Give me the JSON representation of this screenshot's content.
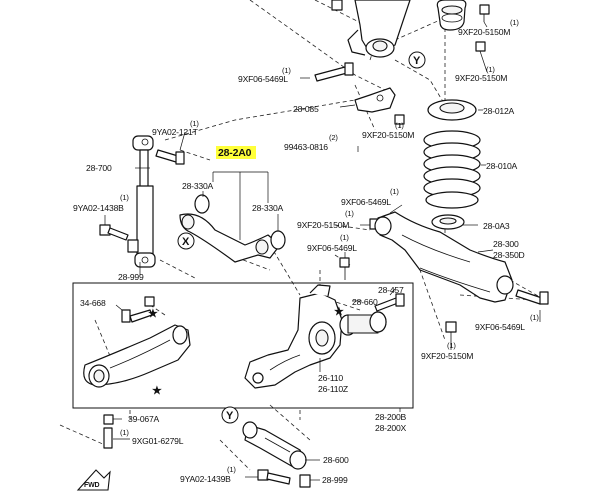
{
  "labels": {
    "p9XF20_5150M_top": "9XF20-5150M",
    "p9XF20_5150M_mid": "9XF20-5150M",
    "p9XF06_5469L_top": "9XF06-5469L",
    "p28_085": "28-085",
    "p28_012A": "28-012A",
    "p9XF20_5150M_b": "9XF20-5150M",
    "p99463_0816": "99463-0816",
    "p9YA02_1211": "9YA02-121T",
    "p28_700": "28-700",
    "p28_2A0": "28-2A0",
    "p28_010A": "28-010A",
    "p28_330A_l": "28-330A",
    "p28_330A_r": "28-330A",
    "p9YA02_1438B": "9YA02-1438B",
    "p9XF06_5469L_r": "9XF06-5469L",
    "p9XF20_5150M_c": "9XF20-5150M",
    "p28_0A3": "28-0A3",
    "p28_300": "28-300",
    "p28_350D": "28-350D",
    "p9XF06_5469L_c": "9XF06-5469L",
    "p28_999_l": "28-999",
    "p28_457": "28-457",
    "p34_668": "34-668",
    "p28_660": "28-660",
    "p9XF06_5469L_rr": "9XF06-5469L",
    "p9XF20_5150M_rr": "9XF20-5150M",
    "p28_110": "26-110",
    "p28_110Z": "26-110Z",
    "p28_200B": "28-200B",
    "p28_200X": "28-200X",
    "p39_067A": "39-067A",
    "p9XG01_6279L": "9XG01-6279L",
    "p28_600": "28-600",
    "p9YA02_1439B": "9YA02-1439B",
    "p28_999_b": "28-999"
  },
  "quantities": {
    "one": "(1)",
    "two": "(2)"
  },
  "markers": {
    "x": "X",
    "y": "Y",
    "star": "★",
    "fwd": "FWD"
  }
}
